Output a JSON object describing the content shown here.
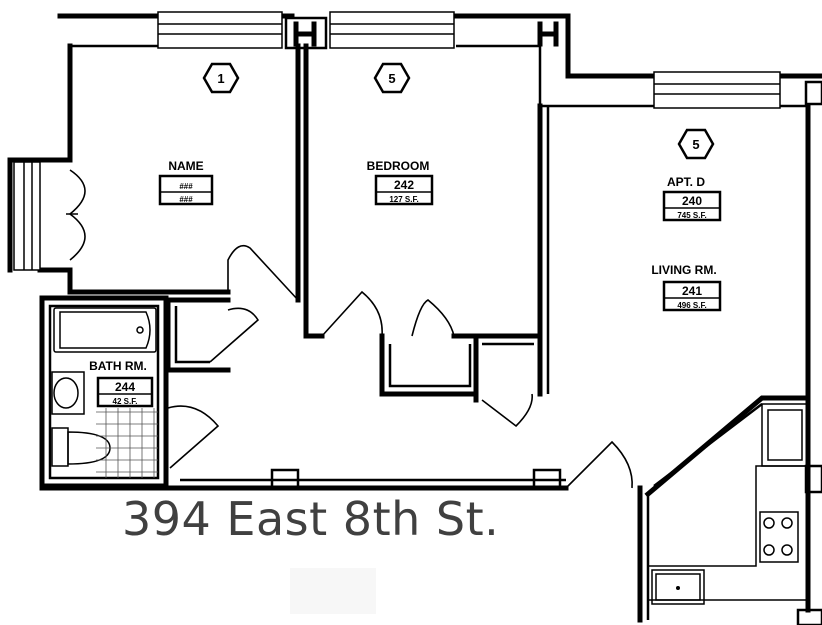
{
  "address": "394 East 8th St.",
  "rooms": [
    {
      "id": "room-1",
      "tag": "1",
      "name": "NAME",
      "number": "###",
      "area": "###"
    },
    {
      "id": "bedroom",
      "tag": "5",
      "name": "BEDROOM",
      "number": "242",
      "area": "127 S.F."
    },
    {
      "id": "living",
      "tag": "5",
      "unit": "APT. D",
      "unit_number": "240",
      "unit_area": "745 S.F.",
      "name": "LIVING RM.",
      "number": "241",
      "area": "496 S.F."
    },
    {
      "id": "bath",
      "name": "BATH RM.",
      "number": "244",
      "area": "42 S.F."
    }
  ]
}
